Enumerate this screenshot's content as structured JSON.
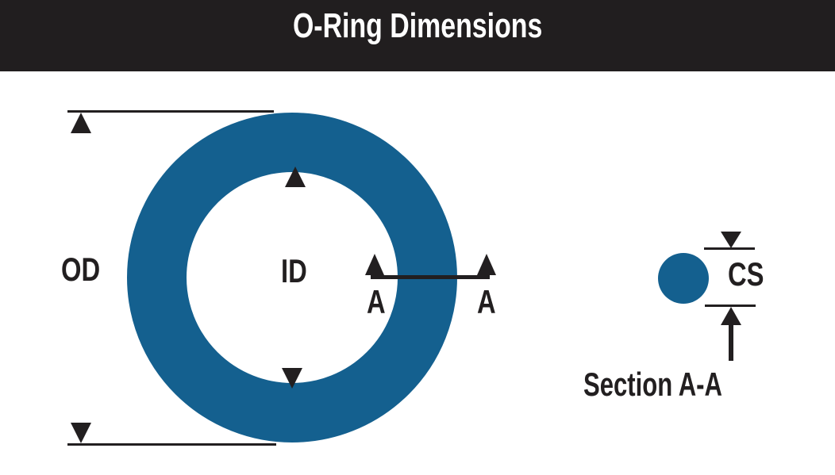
{
  "header": {
    "title": "O-Ring Dimensions"
  },
  "colors": {
    "canvas_bg": "#ffffff",
    "header_bg": "#211e1f",
    "title_text": "#ffffff",
    "ring_fill": "#14608f",
    "line_ink": "#221f20"
  },
  "front_view": {
    "od_label": "OD",
    "id_label": "ID",
    "section_marker_left": "A",
    "section_marker_right": "A"
  },
  "cross_section_view": {
    "cs_label": "CS",
    "caption": "Section A-A"
  }
}
